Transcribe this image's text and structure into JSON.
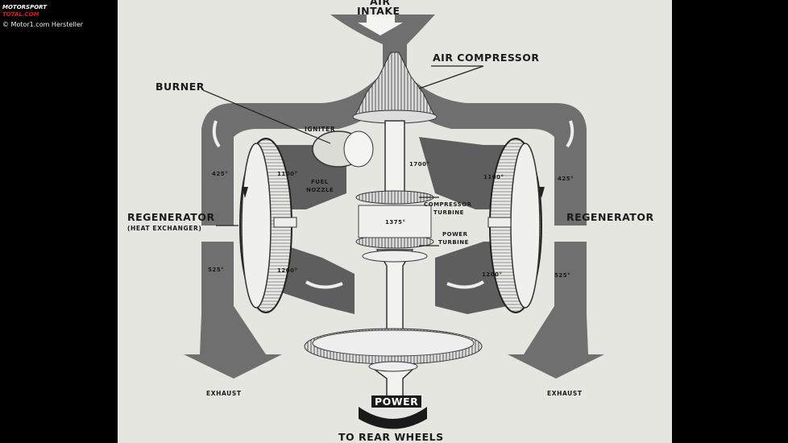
{
  "watermark": {
    "logo_text": "MOTORSPORT TOTAL.COM",
    "credit": "© Motor1.com Hersteller"
  },
  "labels": {
    "air_intake_line1": "AIR",
    "air_intake_line2": "INTAKE",
    "air_compressor": "AIR COMPRESSOR",
    "burner": "BURNER",
    "igniter": "IGNITER",
    "fuel_nozzle_line1": "FUEL",
    "fuel_nozzle_line2": "NOZZLE",
    "regenerator_left": "REGENERATOR",
    "heat_exchanger": "(HEAT EXCHANGER)",
    "regenerator_right": "REGENERATOR",
    "compressor_turbine_line1": "COMPRESSOR",
    "compressor_turbine_line2": "TURBINE",
    "power_turbine_line1": "POWER",
    "power_turbine_line2": "TURBINE",
    "exhaust_left": "EXHAUST",
    "exhaust_right": "EXHAUST",
    "power": "POWER",
    "to_rear_wheels": "TO REAR WHEELS"
  },
  "temperatures": {
    "left_top": "425°",
    "left_inner_top": "1100°",
    "right_inner_top": "1700°",
    "right_inner_top2": "1100°",
    "right_top": "425°",
    "center": "1375°",
    "left_bottom": "525°",
    "left_inner_bottom": "1200°",
    "right_inner_bottom": "1200°",
    "right_bottom": "525°"
  },
  "colors": {
    "background": "#000000",
    "paper": "#e6e6e1",
    "duct_gray": "#6f6f6f",
    "ink": "#1a1a1a"
  }
}
